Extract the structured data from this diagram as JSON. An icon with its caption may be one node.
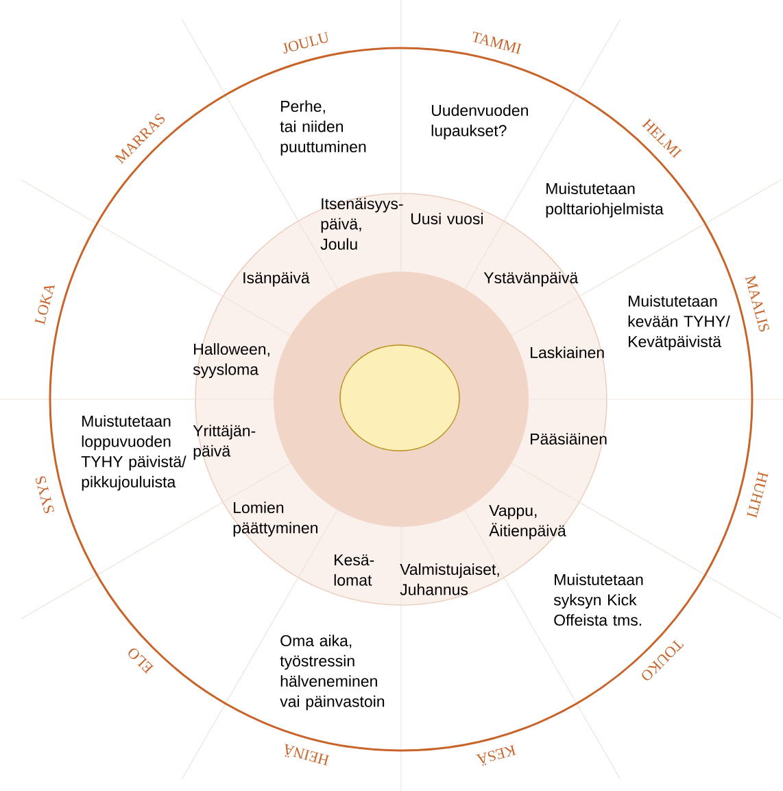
{
  "diagram": {
    "labels": [
      "JOULU",
      "TAMMI",
      "Perhe, tai niiden puuttuminen",
      "Uudenvuoden lupaukset?",
      "MARRAS",
      "HELMI",
      "Muistutetaan polttariohjelmista",
      "Itsenäisyys- päivä, Joulu",
      "Uusi vuosi",
      "Isänpäivä",
      "Ystävänpäivä",
      "LOKA",
      "Muistutetaan kevään TYHY/ Kevätpäivistä",
      "MAALIS",
      "Halloween, syysloma",
      "Laskiainen",
      "Muistutetaan loppuvuoden TYHY päivistä/ pikkujouluista",
      "Yrittäjän- päivä",
      "Pääsiäinen",
      "SYYS",
      "HUHTI",
      "Lomien päättyminen",
      "Vappu, Äitienpäivä",
      "Kesä- lomat",
      "Valmistujaiset, Juhannus",
      "Muistutetaan syksyn Kick Offeista tms.",
      "Oma aika, työstressin hälveneminen vai päinvastoin",
      "ELO",
      "TOUKO",
      "HEINÄ",
      "KESÄ"
    ]
  }
}
